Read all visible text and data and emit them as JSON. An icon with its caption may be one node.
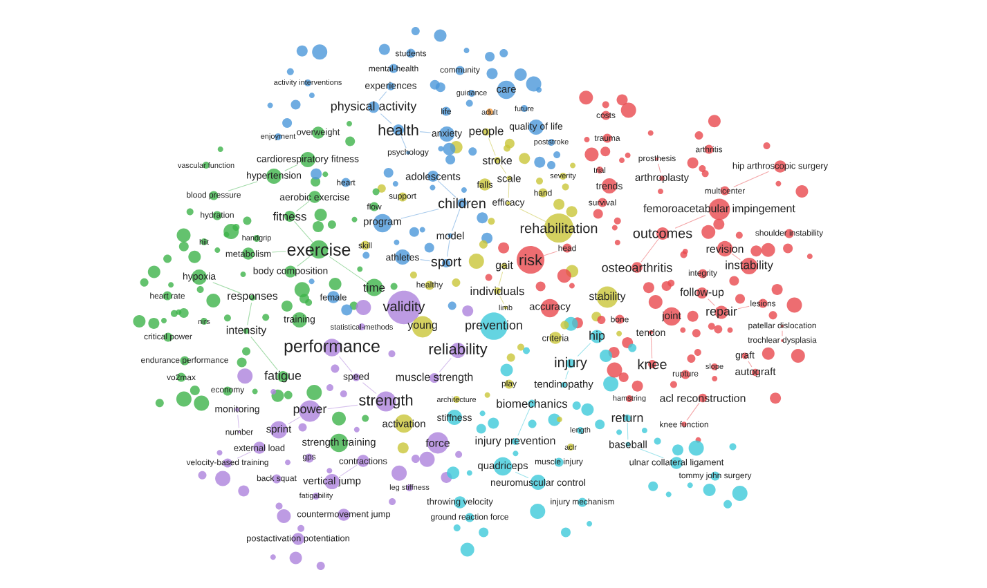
{
  "diagram": {
    "nodes": [
      {
        "text": [
          "students"
        ]
      },
      {
        "text": [
          "mental-health"
        ]
      },
      {
        "text": [
          "community"
        ]
      },
      {
        "text": [
          "activity interventions"
        ]
      },
      {
        "text": [
          "experiences"
        ]
      },
      {
        "text": [
          "care"
        ]
      },
      {
        "text": [
          "guidance"
        ]
      },
      {
        "text": [
          "physical activity"
        ]
      },
      {
        "text": [
          "future"
        ]
      },
      {
        "text": [
          "life"
        ]
      },
      {
        "text": [
          "adult"
        ]
      },
      {
        "text": [
          "costs"
        ]
      },
      {
        "text": [
          "quality of life"
        ]
      },
      {
        "text": [
          "health"
        ]
      },
      {
        "text": [
          "people"
        ]
      },
      {
        "text": [
          "overweight"
        ]
      },
      {
        "text": [
          "anxiety"
        ]
      },
      {
        "text": [
          "enjoyment"
        ]
      },
      {
        "text": [
          "trauma"
        ]
      },
      {
        "text": [
          "poststroke"
        ]
      },
      {
        "text": [
          "arthritis"
        ]
      },
      {
        "text": [
          "psychology"
        ]
      },
      {
        "text": [
          "prosthesis"
        ]
      },
      {
        "text": [
          "cardiorespiratory fitness"
        ]
      },
      {
        "text": [
          "stroke"
        ]
      },
      {
        "text": [
          "vascular function"
        ]
      },
      {
        "text": [
          "hip arthroscopic surgery"
        ]
      },
      {
        "text": [
          "trial"
        ]
      },
      {
        "text": [
          "adolescents"
        ]
      },
      {
        "text": [
          "hypertension"
        ]
      },
      {
        "text": [
          "severity"
        ]
      },
      {
        "text": [
          "arthroplasty"
        ]
      },
      {
        "text": [
          "scale"
        ]
      },
      {
        "text": [
          "heart"
        ]
      },
      {
        "text": [
          "falls"
        ]
      },
      {
        "text": [
          "trends"
        ]
      },
      {
        "text": [
          "multicenter"
        ]
      },
      {
        "text": [
          "hand"
        ]
      },
      {
        "text": [
          "blood pressure"
        ]
      },
      {
        "text": [
          "aerobic exercise"
        ]
      },
      {
        "text": [
          "support"
        ]
      },
      {
        "text": [
          "survival"
        ]
      },
      {
        "text": [
          "children"
        ]
      },
      {
        "text": [
          "efficacy"
        ]
      },
      {
        "text": [
          "flow"
        ]
      },
      {
        "text": [
          "femoroacetabular impingement"
        ]
      },
      {
        "text": [
          "hydration"
        ]
      },
      {
        "text": [
          "fitness"
        ]
      },
      {
        "text": [
          "program"
        ]
      },
      {
        "text": [
          "rehabilitation"
        ]
      },
      {
        "text": [
          "outcomes"
        ]
      },
      {
        "text": [
          "shoulder instability"
        ]
      },
      {
        "text": [
          "model"
        ]
      },
      {
        "text": [
          "handgrip"
        ]
      },
      {
        "text": [
          "hiit"
        ]
      },
      {
        "text": [
          "skill"
        ]
      },
      {
        "text": [
          "head"
        ]
      },
      {
        "text": [
          "revision"
        ]
      },
      {
        "text": [
          "exercise"
        ]
      },
      {
        "text": [
          "metabolism"
        ]
      },
      {
        "text": [
          "athletes"
        ]
      },
      {
        "text": [
          "risk"
        ]
      },
      {
        "text": [
          "sport"
        ]
      },
      {
        "text": [
          "gait"
        ]
      },
      {
        "text": [
          "instability"
        ]
      },
      {
        "text": [
          "osteoarthritis"
        ]
      },
      {
        "text": [
          "body composition"
        ]
      },
      {
        "text": [
          "integrity"
        ]
      },
      {
        "text": [
          "hypoxia"
        ]
      },
      {
        "text": [
          "healthy"
        ]
      },
      {
        "text": [
          "time"
        ]
      },
      {
        "text": [
          "individuals"
        ]
      },
      {
        "text": [
          "follow-up"
        ]
      },
      {
        "text": [
          "heart rate"
        ]
      },
      {
        "text": [
          "stability"
        ]
      },
      {
        "text": [
          "female"
        ]
      },
      {
        "text": [
          "responses"
        ]
      },
      {
        "text": [
          "lesions"
        ]
      },
      {
        "text": [
          "validity"
        ]
      },
      {
        "text": [
          "limb"
        ]
      },
      {
        "text": [
          "accuracy"
        ]
      },
      {
        "text": [
          "repair"
        ]
      },
      {
        "text": [
          "joint"
        ]
      },
      {
        "text": [
          "bone"
        ]
      },
      {
        "text": [
          "training"
        ]
      },
      {
        "text": [
          "nirs"
        ]
      },
      {
        "text": [
          "patellar dislocation"
        ]
      },
      {
        "text": [
          "young"
        ]
      },
      {
        "text": [
          "prevention"
        ]
      },
      {
        "text": [
          "statistical-methods"
        ]
      },
      {
        "text": [
          "intensity"
        ]
      },
      {
        "text": [
          "tendon"
        ]
      },
      {
        "text": [
          "hip"
        ]
      },
      {
        "text": [
          "critical power"
        ]
      },
      {
        "text": [
          "criteria"
        ]
      },
      {
        "text": [
          "trochlear dysplasia"
        ]
      },
      {
        "text": [
          "performance"
        ]
      },
      {
        "text": [
          "reliability"
        ]
      },
      {
        "text": [
          "graft"
        ]
      },
      {
        "text": [
          "endurance performance"
        ]
      },
      {
        "text": [
          "injury"
        ]
      },
      {
        "text": [
          "knee"
        ]
      },
      {
        "text": [
          "slope"
        ]
      },
      {
        "text": [
          "autograft"
        ]
      },
      {
        "text": [
          "rupture"
        ]
      },
      {
        "text": [
          "fatigue"
        ]
      },
      {
        "text": [
          "speed"
        ]
      },
      {
        "text": [
          "muscle strength"
        ]
      },
      {
        "text": [
          "vo2max"
        ]
      },
      {
        "text": [
          "play"
        ]
      },
      {
        "text": [
          "tendinopathy"
        ]
      },
      {
        "text": [
          "economy"
        ]
      },
      {
        "text": [
          "acl reconstruction"
        ]
      },
      {
        "text": [
          "hamstring"
        ]
      },
      {
        "text": [
          "architecture"
        ]
      },
      {
        "text": [
          "strength"
        ]
      },
      {
        "text": [
          "biomechanics"
        ]
      },
      {
        "text": [
          "monitoring"
        ]
      },
      {
        "text": [
          "power"
        ]
      },
      {
        "text": [
          "stiffness"
        ]
      },
      {
        "text": [
          "return"
        ]
      },
      {
        "text": [
          "activation"
        ]
      },
      {
        "text": [
          "knee function"
        ]
      },
      {
        "text": [
          "sprint"
        ]
      },
      {
        "text": [
          "length"
        ]
      },
      {
        "text": [
          "number"
        ]
      },
      {
        "text": [
          "force"
        ]
      },
      {
        "text": [
          "injury prevention"
        ]
      },
      {
        "text": [
          "strength training"
        ]
      },
      {
        "text": [
          "baseball"
        ]
      },
      {
        "text": [
          "external load"
        ]
      },
      {
        "text": [
          "aclr"
        ]
      },
      {
        "text": [
          "gps"
        ]
      },
      {
        "text": [
          "contractions"
        ]
      },
      {
        "text": [
          "muscle injury"
        ]
      },
      {
        "text": [
          "ulnar collateral ligament"
        ]
      },
      {
        "text": [
          "velocity-based training"
        ]
      },
      {
        "text": [
          "quadriceps"
        ]
      },
      {
        "text": [
          "tommy john surgery"
        ]
      },
      {
        "text": [
          "back squat"
        ]
      },
      {
        "text": [
          "vertical jump"
        ]
      },
      {
        "text": [
          "neuromuscular control"
        ]
      },
      {
        "text": [
          "leg stiffness"
        ]
      },
      {
        "text": [
          "fatigability"
        ]
      },
      {
        "text": [
          "throwing velocity"
        ]
      },
      {
        "text": [
          "injury mechanism"
        ]
      },
      {
        "text": [
          "countermovement jump"
        ]
      },
      {
        "text": [
          "ground reaction force"
        ]
      },
      {
        "text": [
          "postactivation potentiation"
        ]
      }
    ],
    "edges": [
      {
        "from": 58,
        "to": 47,
        "arrow": "none",
        "color": "#a3dba9"
      },
      {
        "from": 58,
        "to": 66,
        "arrow": "none",
        "color": "#a3dba9"
      },
      {
        "from": 58,
        "to": 70,
        "arrow": "none",
        "color": "#a3dba9"
      },
      {
        "from": 47,
        "to": 39,
        "arrow": "none",
        "color": "#a3dba9"
      },
      {
        "from": 29,
        "to": 23,
        "arrow": "none",
        "color": "#a3dba9"
      },
      {
        "from": 29,
        "to": 38,
        "arrow": "none",
        "color": "#a3dba9"
      },
      {
        "from": 76,
        "to": 90,
        "arrow": "none",
        "color": "#a3dba9"
      },
      {
        "from": 90,
        "to": 105,
        "arrow": "none",
        "color": "#a3dba9"
      },
      {
        "from": 76,
        "to": 68,
        "arrow": "none",
        "color": "#a3dba9"
      },
      {
        "from": 59,
        "to": 58,
        "arrow": "none",
        "color": "#a3dba9"
      },
      {
        "from": 13,
        "to": 7,
        "arrow": "none",
        "color": "#a9cbec"
      },
      {
        "from": 13,
        "to": 21,
        "arrow": "none",
        "color": "#a9cbec"
      },
      {
        "from": 13,
        "to": 16,
        "arrow": "none",
        "color": "#a9cbec"
      },
      {
        "from": 42,
        "to": 28,
        "arrow": "none",
        "color": "#a9cbec"
      },
      {
        "from": 42,
        "to": 52,
        "arrow": "none",
        "color": "#a9cbec"
      },
      {
        "from": 52,
        "to": 62,
        "arrow": "none",
        "color": "#a9cbec"
      },
      {
        "from": 62,
        "to": 60,
        "arrow": "none",
        "color": "#a9cbec"
      },
      {
        "from": 7,
        "to": 4,
        "arrow": "none",
        "color": "#a9cbec"
      },
      {
        "from": 48,
        "to": 42,
        "arrow": "none",
        "color": "#a9cbec"
      },
      {
        "from": 96,
        "to": 106,
        "arrow": "none",
        "color": "#d6c0ed"
      },
      {
        "from": 106,
        "to": 115,
        "arrow": "none",
        "color": "#d6c0ed"
      },
      {
        "from": 115,
        "to": 118,
        "arrow": "none",
        "color": "#d6c0ed"
      },
      {
        "from": 118,
        "to": 123,
        "arrow": "none",
        "color": "#d6c0ed"
      },
      {
        "from": 97,
        "to": 107,
        "arrow": "none",
        "color": "#d6c0ed"
      },
      {
        "from": 140,
        "to": 133,
        "arrow": "none",
        "color": "#d6c0ed"
      },
      {
        "from": 117,
        "to": 125,
        "arrow": "none",
        "color": "#d6c0ed"
      },
      {
        "from": 130,
        "to": 136,
        "arrow": "none",
        "color": "#d6c0ed"
      },
      {
        "from": 50,
        "to": 45,
        "arrow": "none"
      },
      {
        "from": 50,
        "to": 65,
        "arrow": "none"
      },
      {
        "from": 31,
        "to": 22,
        "arrow": "none"
      },
      {
        "from": 26,
        "to": 36,
        "arrow": "none"
      },
      {
        "from": 91,
        "to": 101,
        "arrow": "none"
      },
      {
        "from": 112,
        "to": 122,
        "arrow": "none"
      },
      {
        "from": 72,
        "to": 81,
        "arrow": "none"
      },
      {
        "from": 57,
        "to": 64,
        "arrow": "none"
      },
      {
        "from": 81,
        "to": 77,
        "arrow": "none"
      },
      {
        "from": 98,
        "to": 103,
        "arrow": "none"
      },
      {
        "from": 86,
        "to": 95,
        "arrow": "none"
      },
      {
        "from": 61,
        "to": 56,
        "arrow": "none"
      },
      {
        "from": 100,
        "to": 92,
        "arrow": "none",
        "color": "#a0e4ec"
      },
      {
        "from": 100,
        "to": 110,
        "arrow": "none",
        "color": "#a0e4ec"
      },
      {
        "from": 116,
        "to": 127,
        "arrow": "none",
        "color": "#a0e4ec"
      },
      {
        "from": 120,
        "to": 129,
        "arrow": "none",
        "color": "#a0e4ec"
      },
      {
        "from": 129,
        "to": 135,
        "arrow": "none",
        "color": "#a0e4ec"
      },
      {
        "from": 137,
        "to": 141,
        "arrow": "none",
        "color": "#a0e4ec"
      },
      {
        "from": 14,
        "to": 24,
        "arrow": "none",
        "color": "#e2e09b"
      },
      {
        "from": 24,
        "to": 32,
        "arrow": "none",
        "color": "#e2e09b"
      },
      {
        "from": 32,
        "to": 43,
        "arrow": "none",
        "color": "#e2e09b"
      },
      {
        "from": 63,
        "to": 71,
        "arrow": "none",
        "color": "#e2e09b"
      },
      {
        "from": 49,
        "to": 43,
        "arrow": "none",
        "color": "#e2e09b"
      },
      {
        "from": 71,
        "to": 79,
        "arrow": "none",
        "color": "#e2e09b"
      }
    ]
  }
}
